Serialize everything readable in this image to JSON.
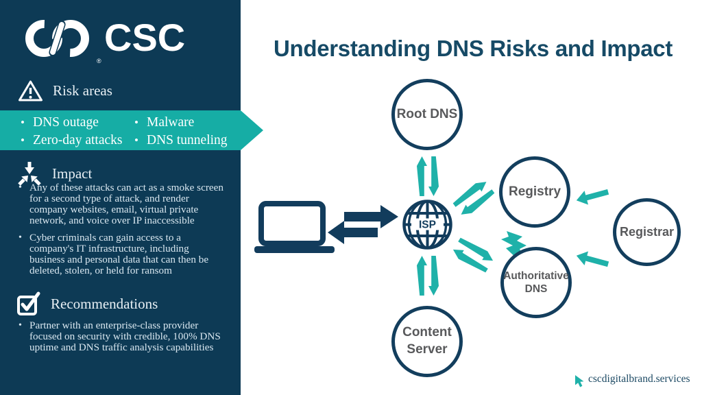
{
  "colors": {
    "sidebar_navy": "#0d3a55",
    "stroke_navy": "#133e5d",
    "teal": "#16ada5",
    "arrow_teal": "#1fb1a9",
    "title_navy": "#164a66",
    "node_label_gray": "#58595b",
    "sidebar_text": "#d9e7f0"
  },
  "brand": {
    "logo_text": "CSC",
    "registered_mark": "®"
  },
  "title": "Understanding DNS Risks and Impact",
  "sidebar": {
    "risk_heading": "Risk areas",
    "risk_items_col1": [
      "DNS outage",
      "Zero-day attacks"
    ],
    "risk_items_col2": [
      "Malware",
      "DNS tunneling"
    ],
    "impact_heading": "Impact",
    "impact_bullets": [
      "Any of these attacks can act as a smoke screen for a second type of attack, and render company websites, email, virtual private network, and voice over IP inaccessible",
      "Cyber criminals can gain access to a company's IT infrastructure, including business and personal data that can then be deleted, stolen, or held for ransom"
    ],
    "recommendations_heading": "Recommendations",
    "recommendations_bullets": [
      "Partner with an enterprise-class provider focused on security with credible, 100% DNS uptime and DNS traffic analysis capabilities"
    ]
  },
  "diagram": {
    "isp_label": "ISP",
    "nodes": {
      "root_dns": {
        "label": "Root DNS"
      },
      "registry": {
        "label": "Registry"
      },
      "registrar": {
        "label": "Registrar"
      },
      "authoritative_dns": {
        "line1": "Authoritative",
        "line2": "DNS"
      },
      "content_server": {
        "line1": "Content",
        "line2": "Server"
      }
    }
  },
  "footer": {
    "website": "cscdigitalbrand.services"
  },
  "icons": [
    "csc-logo-icon",
    "warning-triangle-icon",
    "converge-arrows-icon",
    "checkbox-check-icon",
    "laptop-icon",
    "globe-isp-icon",
    "lightning-bolt-icon",
    "cursor-pointer-icon"
  ]
}
